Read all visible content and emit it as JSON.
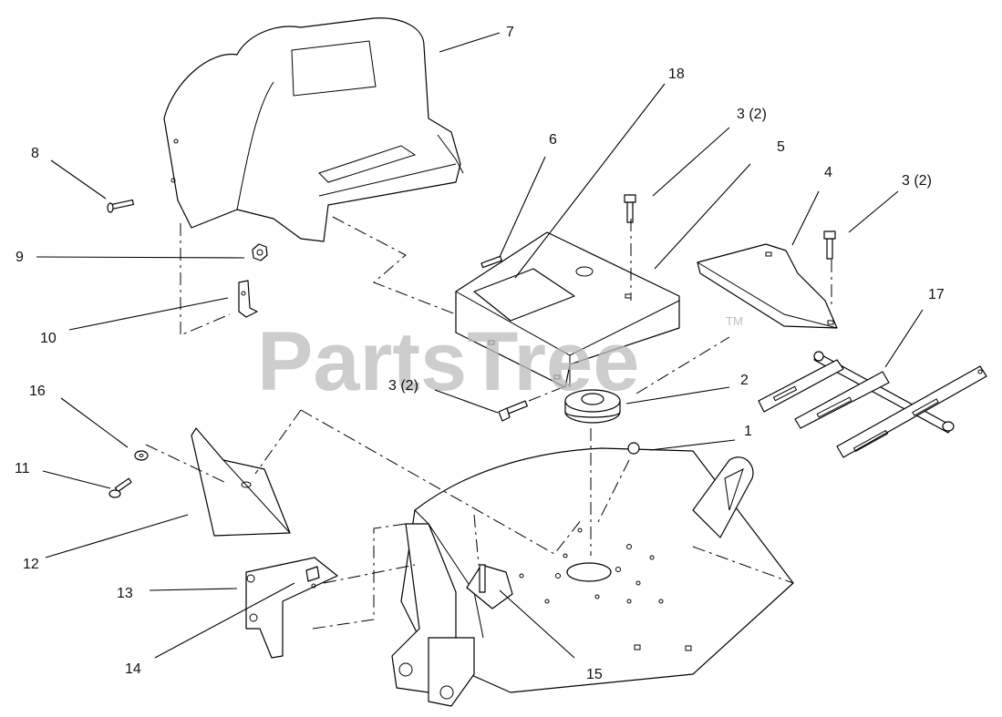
{
  "watermark": {
    "text": "PartsTree",
    "trademark": "TM"
  },
  "callouts": {
    "c1": "1",
    "c2": "2",
    "c3a": "3 (2)",
    "c3b": "3 (2)",
    "c3c": "3 (2)",
    "c4": "4",
    "c5": "5",
    "c6": "6",
    "c7": "7",
    "c8": "8",
    "c9": "9",
    "c10": "10",
    "c11": "11",
    "c12": "12",
    "c13": "13",
    "c14": "14",
    "c15": "15",
    "c16": "16",
    "c17": "17",
    "c18": "18"
  }
}
